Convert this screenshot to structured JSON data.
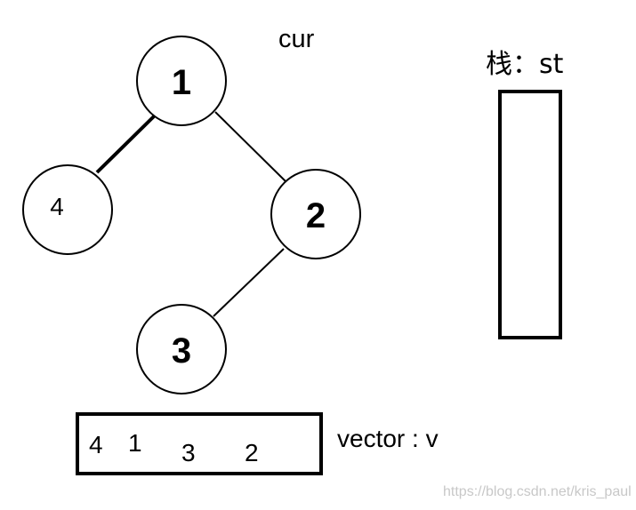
{
  "tree": {
    "nodes": [
      {
        "id": "1",
        "label": "1"
      },
      {
        "id": "4",
        "label": "4"
      },
      {
        "id": "2",
        "label": "2"
      },
      {
        "id": "3",
        "label": "3"
      }
    ],
    "edges": [
      {
        "from": "1",
        "to": "4"
      },
      {
        "from": "1",
        "to": "2"
      },
      {
        "from": "2",
        "to": "3"
      }
    ]
  },
  "pointer_label": "cur",
  "stack": {
    "label": "栈：st",
    "items": []
  },
  "vector": {
    "label": "vector : v",
    "items": [
      "4",
      "1",
      "3",
      "2"
    ]
  },
  "watermark": "https://blog.csdn.net/kris_paul",
  "colors": {
    "stroke": "#000000",
    "background": "#ffffff",
    "watermark": "#c8c8c8"
  }
}
